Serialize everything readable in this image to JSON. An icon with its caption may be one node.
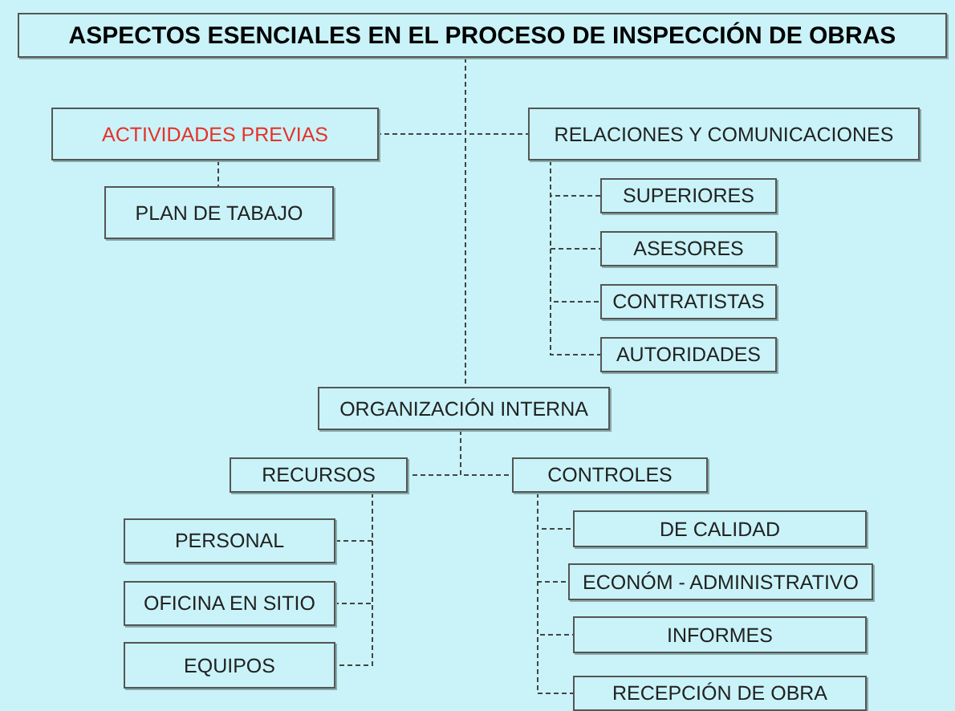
{
  "diagram": {
    "nodes": [
      {
        "text": [
          "ASPECTOS ESENCIALES EN EL PROCESO DE  INSPECCIÓN DE OBRAS"
        ]
      },
      {
        "text": [
          "ACTIVIDADES  PREVIAS"
        ]
      },
      {
        "text": [
          "RELACIONES Y COMUNICACIONES"
        ]
      },
      {
        "text": [
          "PLAN DE TABAJO"
        ]
      },
      {
        "text": [
          "SUPERIORES"
        ]
      },
      {
        "text": [
          "ASESORES"
        ]
      },
      {
        "text": [
          "CONTRATISTAS"
        ]
      },
      {
        "text": [
          "AUTORIDADES"
        ]
      },
      {
        "text": [
          "ORGANIZACIÓN INTERNA"
        ]
      },
      {
        "text": [
          "RECURSOS"
        ]
      },
      {
        "text": [
          "CONTROLES"
        ]
      },
      {
        "text": [
          "PERSONAL"
        ]
      },
      {
        "text": [
          "OFICINA  EN SITIO"
        ]
      },
      {
        "text": [
          "EQUIPOS"
        ]
      },
      {
        "text": [
          "DE CALIDAD"
        ]
      },
      {
        "text": [
          "ECONÓM - ADMINISTRATIVO"
        ]
      },
      {
        "text": [
          "INFORMES"
        ]
      },
      {
        "text": [
          "RECEPCIÓN DE OBRA"
        ]
      }
    ],
    "edges": [
      {
        "from": 0,
        "to": 1,
        "arrow": "none",
        "style": "dashed"
      },
      {
        "from": 0,
        "to": 2,
        "arrow": "none",
        "style": "dashed"
      },
      {
        "from": 0,
        "to": 8,
        "arrow": "none",
        "style": "dashed"
      },
      {
        "from": 1,
        "to": 3,
        "arrow": "none",
        "style": "dashed"
      },
      {
        "from": 2,
        "to": 4,
        "arrow": "none",
        "style": "dashed"
      },
      {
        "from": 2,
        "to": 5,
        "arrow": "none",
        "style": "dashed"
      },
      {
        "from": 2,
        "to": 6,
        "arrow": "none",
        "style": "dashed"
      },
      {
        "from": 2,
        "to": 7,
        "arrow": "none",
        "style": "dashed"
      },
      {
        "from": 8,
        "to": 9,
        "arrow": "none",
        "style": "dashed"
      },
      {
        "from": 8,
        "to": 10,
        "arrow": "none",
        "style": "dashed"
      },
      {
        "from": 9,
        "to": 11,
        "arrow": "none",
        "style": "dashed"
      },
      {
        "from": 9,
        "to": 12,
        "arrow": "none",
        "style": "dashed"
      },
      {
        "from": 9,
        "to": 13,
        "arrow": "none",
        "style": "dashed"
      },
      {
        "from": 10,
        "to": 14,
        "arrow": "none",
        "style": "dashed"
      },
      {
        "from": 10,
        "to": 15,
        "arrow": "none",
        "style": "dashed"
      },
      {
        "from": 10,
        "to": 16,
        "arrow": "none",
        "style": "dashed"
      },
      {
        "from": 10,
        "to": 17,
        "arrow": "none",
        "style": "dashed"
      }
    ]
  }
}
